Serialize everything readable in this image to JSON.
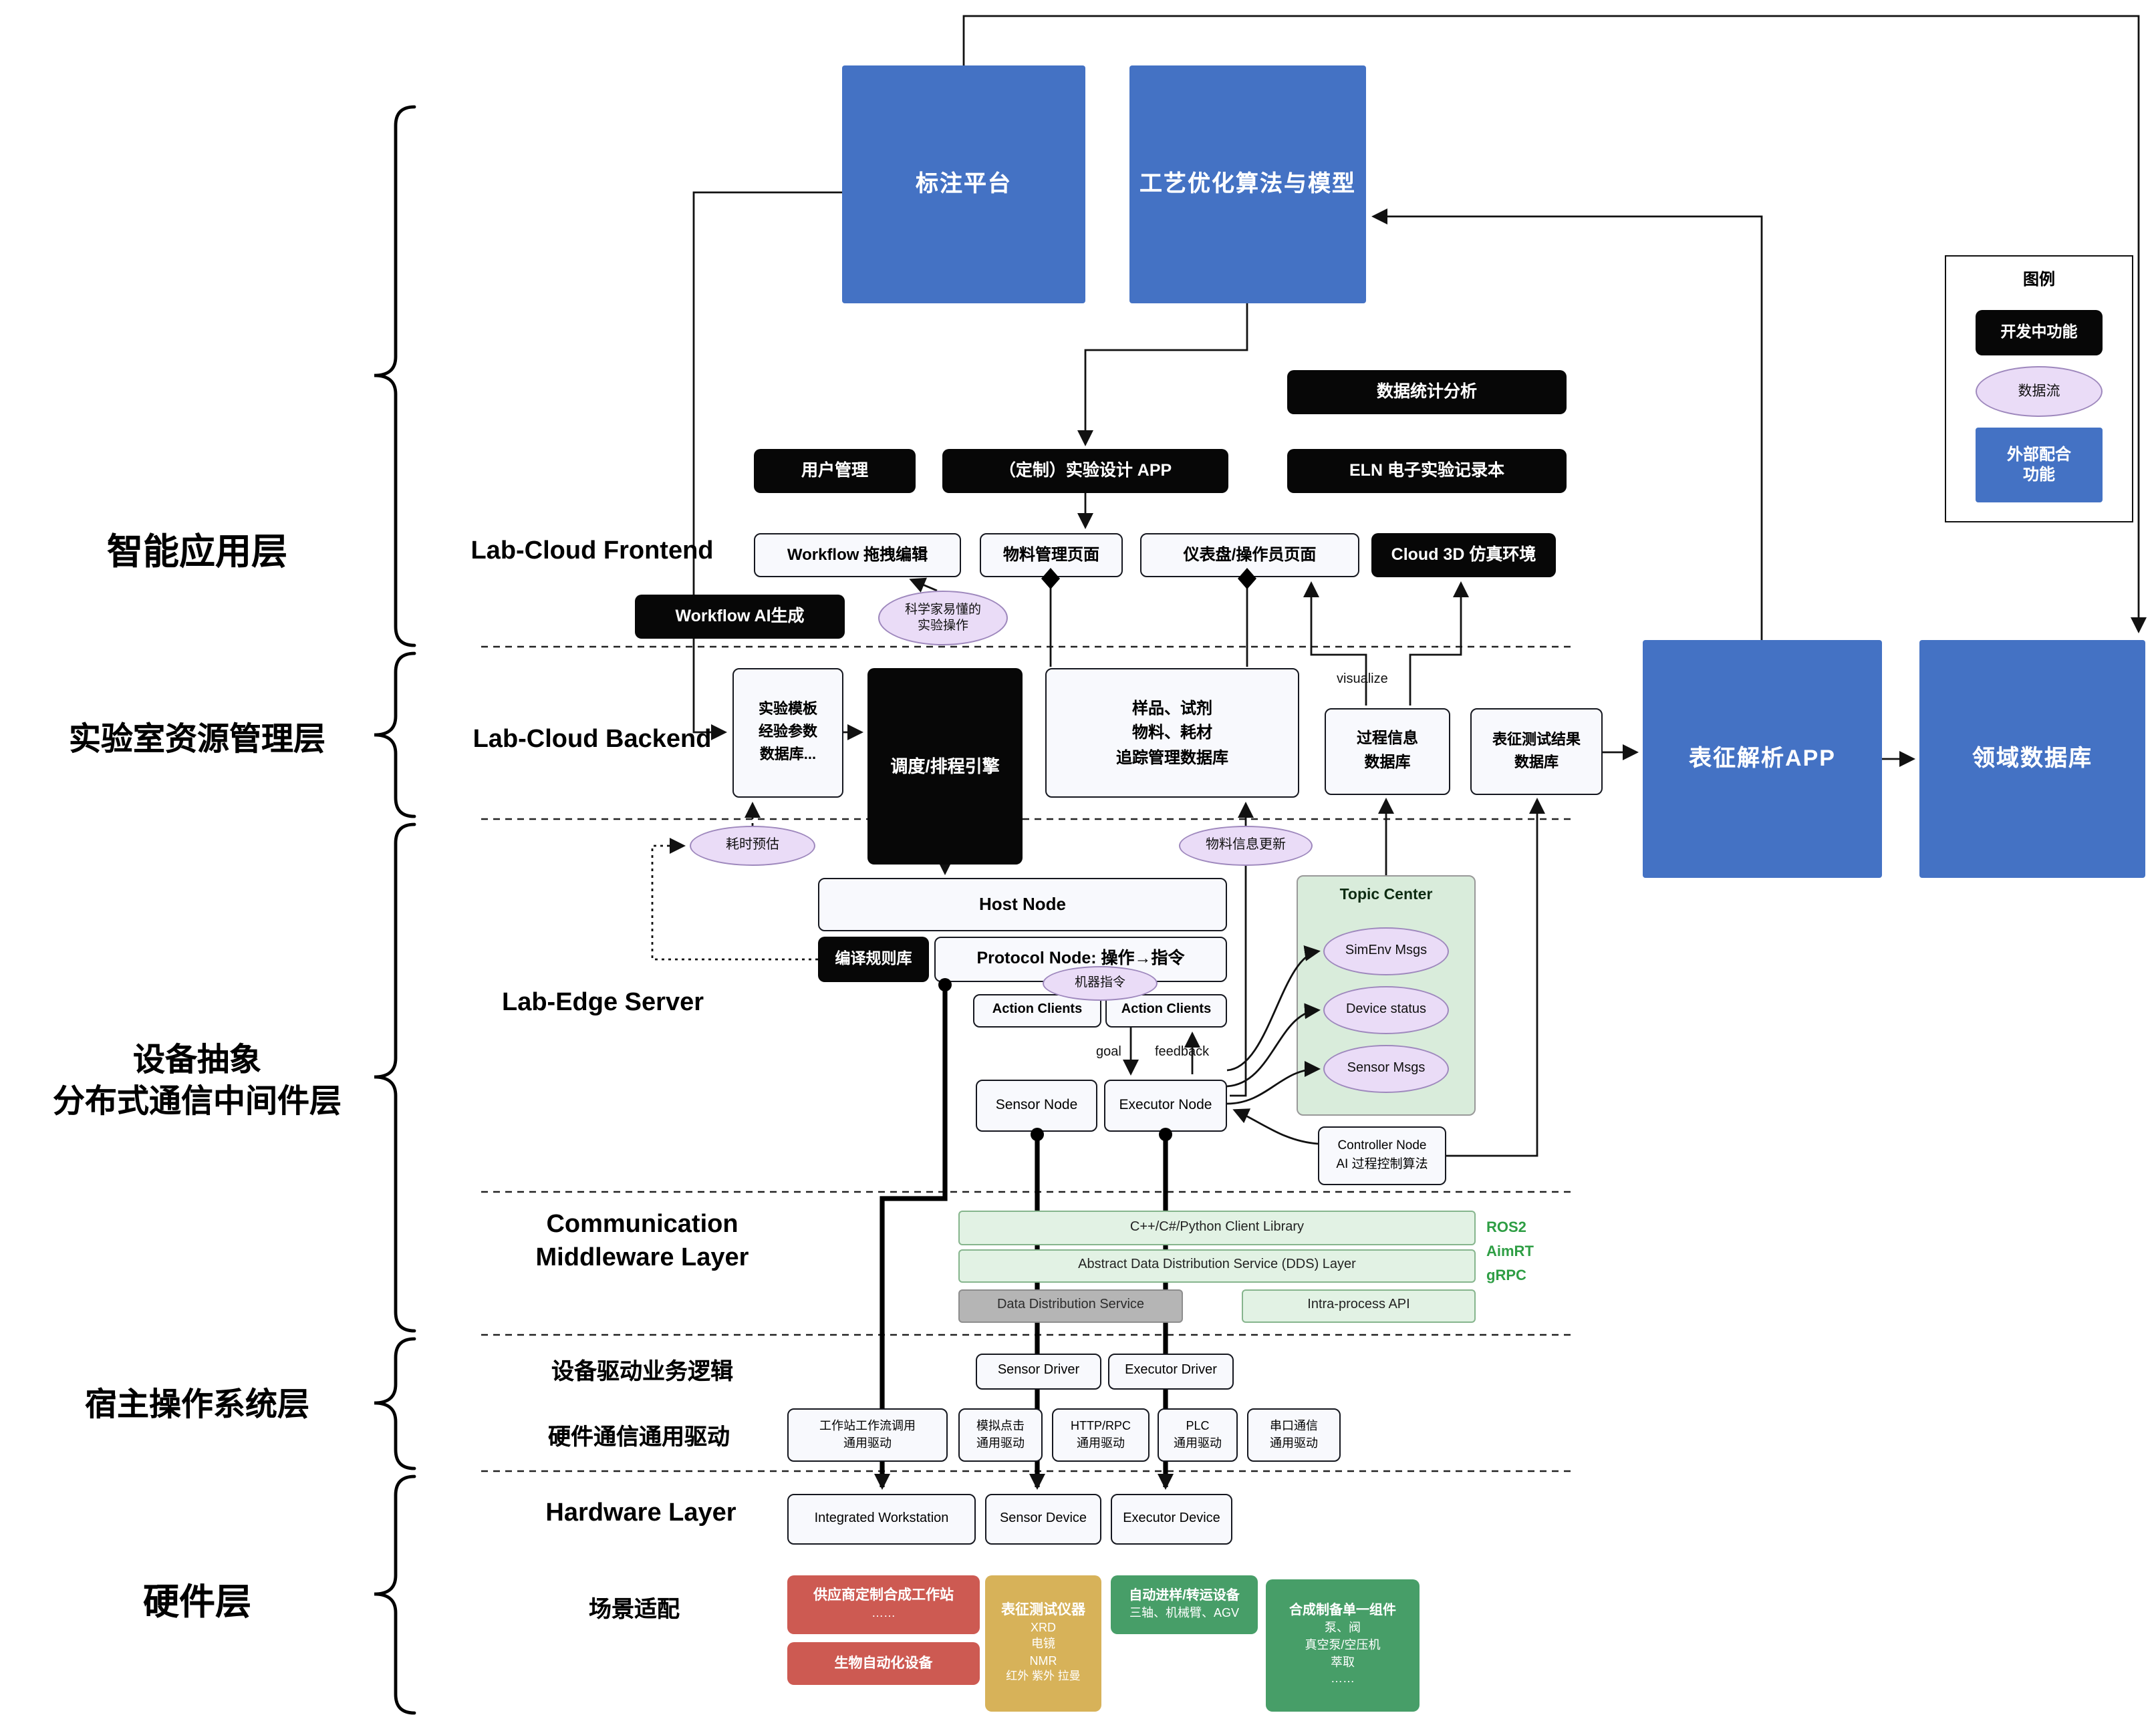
{
  "layer_labels": {
    "intelligent_app": "智能应用层",
    "lab_resource": "实验室资源管理层",
    "device_abstraction_1": "设备抽象",
    "device_abstraction_2": "分布式通信中间件层",
    "host_os": "宿主操作系统层",
    "hardware": "硬件层"
  },
  "section_labels": {
    "frontend": "Lab-Cloud Frontend",
    "backend": "Lab-Cloud Backend",
    "edge_server": "Lab-Edge Server",
    "comm_1": "Communication",
    "comm_2": "Middleware Layer",
    "device_driver_logic": "设备驱动业务逻辑",
    "hw_comm_driver": "硬件通信通用驱动",
    "hardware_layer": "Hardware Layer",
    "scenario_fit": "场景适配"
  },
  "app_layer": {
    "annotation_platform": "标注平台",
    "process_opt_model": "工艺优化算法与模型",
    "data_stats": "数据统计分析",
    "user_mgmt": "用户管理",
    "exp_design_app": "（定制）实验设计 APP",
    "eln": "ELN 电子实验记录本",
    "workflow_editor": "Workflow 拖拽编辑",
    "material_page": "物料管理页面",
    "dashboard_page": "仪表盘/操作员页面",
    "cloud_3d": "Cloud 3D 仿真环境",
    "workflow_ai": "Workflow AI生成",
    "scientist_ops": [
      "科学家易懂的",
      "实验操作"
    ]
  },
  "backend_layer": {
    "template_db": [
      "实验模板",
      "经验参数",
      "数据库..."
    ],
    "scheduler": "调度/排程引擎",
    "sample_db": [
      "样品、试剂",
      "物料、耗材",
      "追踪管理数据库"
    ],
    "process_db": [
      "过程信息",
      "数据库"
    ],
    "char_result_db": [
      "表征测试结果",
      "数据库"
    ],
    "char_analysis_app": "表征解析APP",
    "domain_db": "领域数据库",
    "visualize": "visualize",
    "time_estimate": "耗时预估",
    "material_update": "物料信息更新"
  },
  "edge_layer": {
    "host_node": "Host Node",
    "compile_rules": "编译规则库",
    "protocol_node": "Protocol Node: 操作→指令",
    "machine_cmd": "机器指令",
    "action_clients": [
      "Action Clients",
      "Action Clients"
    ],
    "goal": "goal",
    "feedback": "feedback",
    "sensor_node": "Sensor Node",
    "executor_node": "Executor Node",
    "topic_center": "Topic Center",
    "simenv_msgs": "SimEnv Msgs",
    "device_status": "Device status",
    "sensor_msgs": "Sensor Msgs",
    "controller_node": [
      "Controller Node",
      "AI 过程控制算法"
    ]
  },
  "middleware_layer": {
    "client_lib": "C++/C#/Python Client Library",
    "dds_abstract": "Abstract Data Distribution Service (DDS) Layer",
    "dds": "Data Distribution Service",
    "intra_api": "Intra-process API",
    "stack": [
      "ROS2",
      "AimRT",
      "gRPC"
    ]
  },
  "driver_layer": {
    "sensor_driver": "Sensor Driver",
    "executor_driver": "Executor Driver",
    "generic_drivers": [
      [
        "工作站工作流调用",
        "通用驱动"
      ],
      [
        "模拟点击",
        "通用驱动"
      ],
      [
        "HTTP/RPC",
        "通用驱动"
      ],
      [
        "PLC",
        "通用驱动"
      ],
      [
        "串口通信",
        "通用驱动"
      ]
    ]
  },
  "hardware_layer": {
    "workstation": "Integrated Workstation",
    "sensor_device": "Sensor Device",
    "executor_device": "Executor Device"
  },
  "scenario_layer": {
    "vendor_workstation": [
      "供应商定制合成工作站",
      "……"
    ],
    "bio_automation": "生物自动化设备",
    "char_instruments": [
      "表征测试仪器",
      "XRD",
      "电镜",
      "NMR",
      "红外 紫外 拉曼"
    ],
    "sampling_transfer": [
      "自动进样/转运设备",
      "三轴、机械臂、AGV"
    ],
    "synthesis_units": [
      "合成制备单一组件",
      "泵、阀",
      "真空泵/空压机",
      "萃取",
      "……"
    ]
  },
  "legend": {
    "title": "图例",
    "in_development": "开发中功能",
    "data_flow": "数据流",
    "external": [
      "外部配合",
      "功能"
    ]
  },
  "colors": {
    "blue": "#4472c4",
    "black": "#0a0a0a",
    "data_flow_fill": "#eadcf7",
    "topic_green": "#d9ecdb",
    "middleware_green": "#e2f2e4",
    "gray": "#b5b5b5",
    "red": "#cd5a52",
    "tan": "#d7b259",
    "green": "#479e68",
    "stack_text_green": "#2e9e44"
  }
}
